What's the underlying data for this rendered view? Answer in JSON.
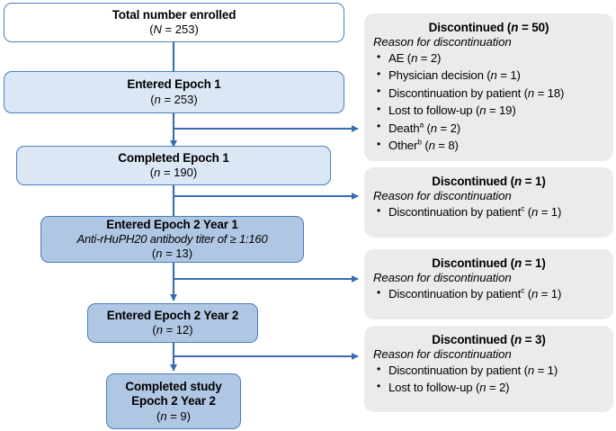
{
  "diagram": {
    "title": "CONSORT-style patient disposition flow diagram",
    "colors": {
      "border_blue": "#4a7ebb",
      "arrow_blue": "#3b6bb0",
      "fill_white": "#ffffff",
      "fill_light_blue": "#dce7f5",
      "fill_mid_blue": "#b0c7e4",
      "panel_gray": "#ebebeb"
    }
  },
  "flow": {
    "nodes": [
      {
        "id": "total-enrolled",
        "title": "Total number enrolled",
        "count": "(N = 253)",
        "count_italic_prefix": "N",
        "count_rest": " = 253"
      },
      {
        "id": "entered-epoch-1",
        "title": "Entered Epoch 1",
        "count": "(n = 253)",
        "count_italic_prefix": "n",
        "count_rest": " = 253"
      },
      {
        "id": "completed-epoch-1",
        "title": "Completed Epoch 1",
        "count": "(n = 190)",
        "count_italic_prefix": "n",
        "count_rest": " = 190"
      },
      {
        "id": "entered-epoch-2-year-1",
        "title": "Entered Epoch 2 Year 1",
        "subtitle": "Anti-rHuPH20 antibody titer of ≥ 1:160",
        "count": "(n = 13)",
        "count_italic_prefix": "n",
        "count_rest": " = 13"
      },
      {
        "id": "entered-epoch-2-year-2",
        "title": "Entered Epoch 2 Year 2",
        "count": "(n = 12)",
        "count_italic_prefix": "n",
        "count_rest": " = 12"
      },
      {
        "id": "completed-study",
        "title_line1": "Completed study",
        "title_line2": "Epoch 2 Year 2",
        "count": "(n = 9)",
        "count_italic_prefix": "n",
        "count_rest": " = 9"
      }
    ]
  },
  "discontinued_panels": [
    {
      "id": "discontinued-50",
      "heading_prefix": "Discontinued (",
      "heading_italic": "n",
      "heading_suffix": " = 50)",
      "reason_label": "Reason for discontinuation",
      "reasons": [
        {
          "label": "AE (",
          "sup": "",
          "italic": "n",
          "tail": " = 2)"
        },
        {
          "label": "Physician decision (",
          "sup": "",
          "italic": "n",
          "tail": " = 1)"
        },
        {
          "label": "Discontinuation by patient (",
          "sup": "",
          "italic": "n",
          "tail": " = 18)"
        },
        {
          "label": "Lost to follow-up (",
          "sup": "",
          "italic": "n",
          "tail": " = 19)"
        },
        {
          "label": "Death",
          "sup": "a",
          "pre2": " (",
          "italic": "n",
          "tail": " = 2)"
        },
        {
          "label": "Other",
          "sup": "b",
          "pre2": " (",
          "italic": "n",
          "tail": " = 8)"
        }
      ]
    },
    {
      "id": "discontinued-1-a",
      "heading_prefix": "Discontinued (",
      "heading_italic": "n",
      "heading_suffix": " = 1)",
      "reason_label": "Reason for discontinuation",
      "reasons": [
        {
          "label": "Discontinuation by patient",
          "sup": "c",
          "pre2": " (",
          "italic": "n",
          "tail": " = 1)"
        }
      ]
    },
    {
      "id": "discontinued-1-b",
      "heading_prefix": "Discontinued (",
      "heading_italic": "n",
      "heading_suffix": " = 1)",
      "reason_label": "Reason for discontinuation",
      "reasons": [
        {
          "label": "Discontinuation by patient",
          "sup": "c",
          "pre2": " (",
          "italic": "n",
          "tail": " = 1)"
        }
      ]
    },
    {
      "id": "discontinued-3",
      "heading_prefix": "Discontinued (",
      "heading_italic": "n",
      "heading_suffix": " = 3)",
      "reason_label": "Reason for discontinuation",
      "reasons": [
        {
          "label": "Discontinuation by patient (",
          "sup": "",
          "italic": "n",
          "tail": " = 1)"
        },
        {
          "label": "Lost to follow-up (",
          "sup": "",
          "italic": "n",
          "tail": " = 2)"
        }
      ]
    }
  ]
}
